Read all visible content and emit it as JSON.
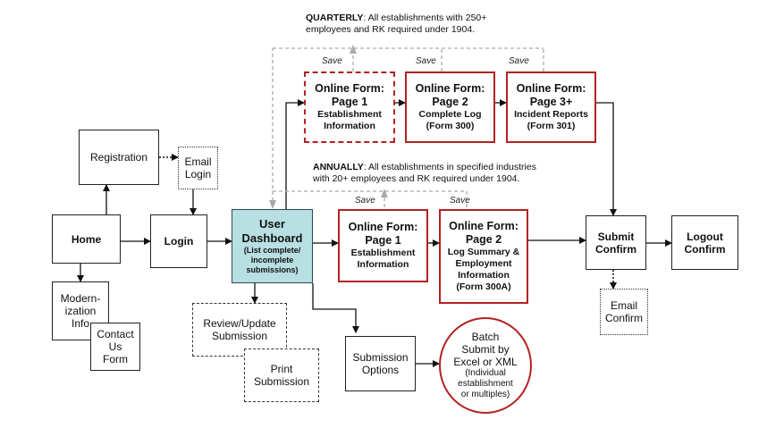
{
  "notes": {
    "quarterly_head": "QUARTERLY",
    "quarterly_body": ": All establishments with 250+",
    "quarterly_body2": "employees and RK required under 1904.",
    "annually_head": "ANNUALLY",
    "annually_body": ": All establishments in specified industries",
    "annually_body2": "with 20+ employees and RK required under 1904."
  },
  "save_label": "Save",
  "nodes": {
    "registration": "Registration",
    "email_login": [
      "Email",
      "Login"
    ],
    "home": "Home",
    "login": "Login",
    "dashboard_title": [
      "User",
      "Dashboard"
    ],
    "dashboard_sub": [
      "(List complete/",
      "incomplete",
      "submissions)"
    ],
    "modernization": [
      "Modern-",
      "ization",
      "Info"
    ],
    "contact": [
      "Contact",
      "Us",
      "Form"
    ],
    "review": [
      "Review/Update",
      "Submission"
    ],
    "print": [
      "Print",
      "Submission"
    ],
    "submission_options": [
      "Submission",
      "Options"
    ],
    "batch": [
      "Batch",
      "Submit by",
      "Excel or XML"
    ],
    "batch_sub": [
      "(Individual",
      "establishment",
      "or multiples)"
    ],
    "q_page1_title": [
      "Online Form:",
      "Page 1"
    ],
    "q_page1_sub": [
      "Establishment",
      "Information"
    ],
    "q_page2_title": [
      "Online Form:",
      "Page 2"
    ],
    "q_page2_sub": [
      "Complete Log",
      "(Form 300)"
    ],
    "q_page3_title": [
      "Online Form:",
      "Page 3+"
    ],
    "q_page3_sub": [
      "Incident Reports",
      "(Form 301)"
    ],
    "a_page1_title": [
      "Online Form:",
      "Page 1"
    ],
    "a_page1_sub": [
      "Establishment",
      "Information"
    ],
    "a_page2_title": [
      "Online Form:",
      "Page 2"
    ],
    "a_page2_sub": [
      "Log Summary &",
      "Employment",
      "Information",
      "(Form 300A)"
    ],
    "submit_confirm": [
      "Submit",
      "Confirm"
    ],
    "logout_confirm": [
      "Logout",
      "Confirm"
    ],
    "email_confirm": [
      "Email",
      "Confirm"
    ]
  }
}
